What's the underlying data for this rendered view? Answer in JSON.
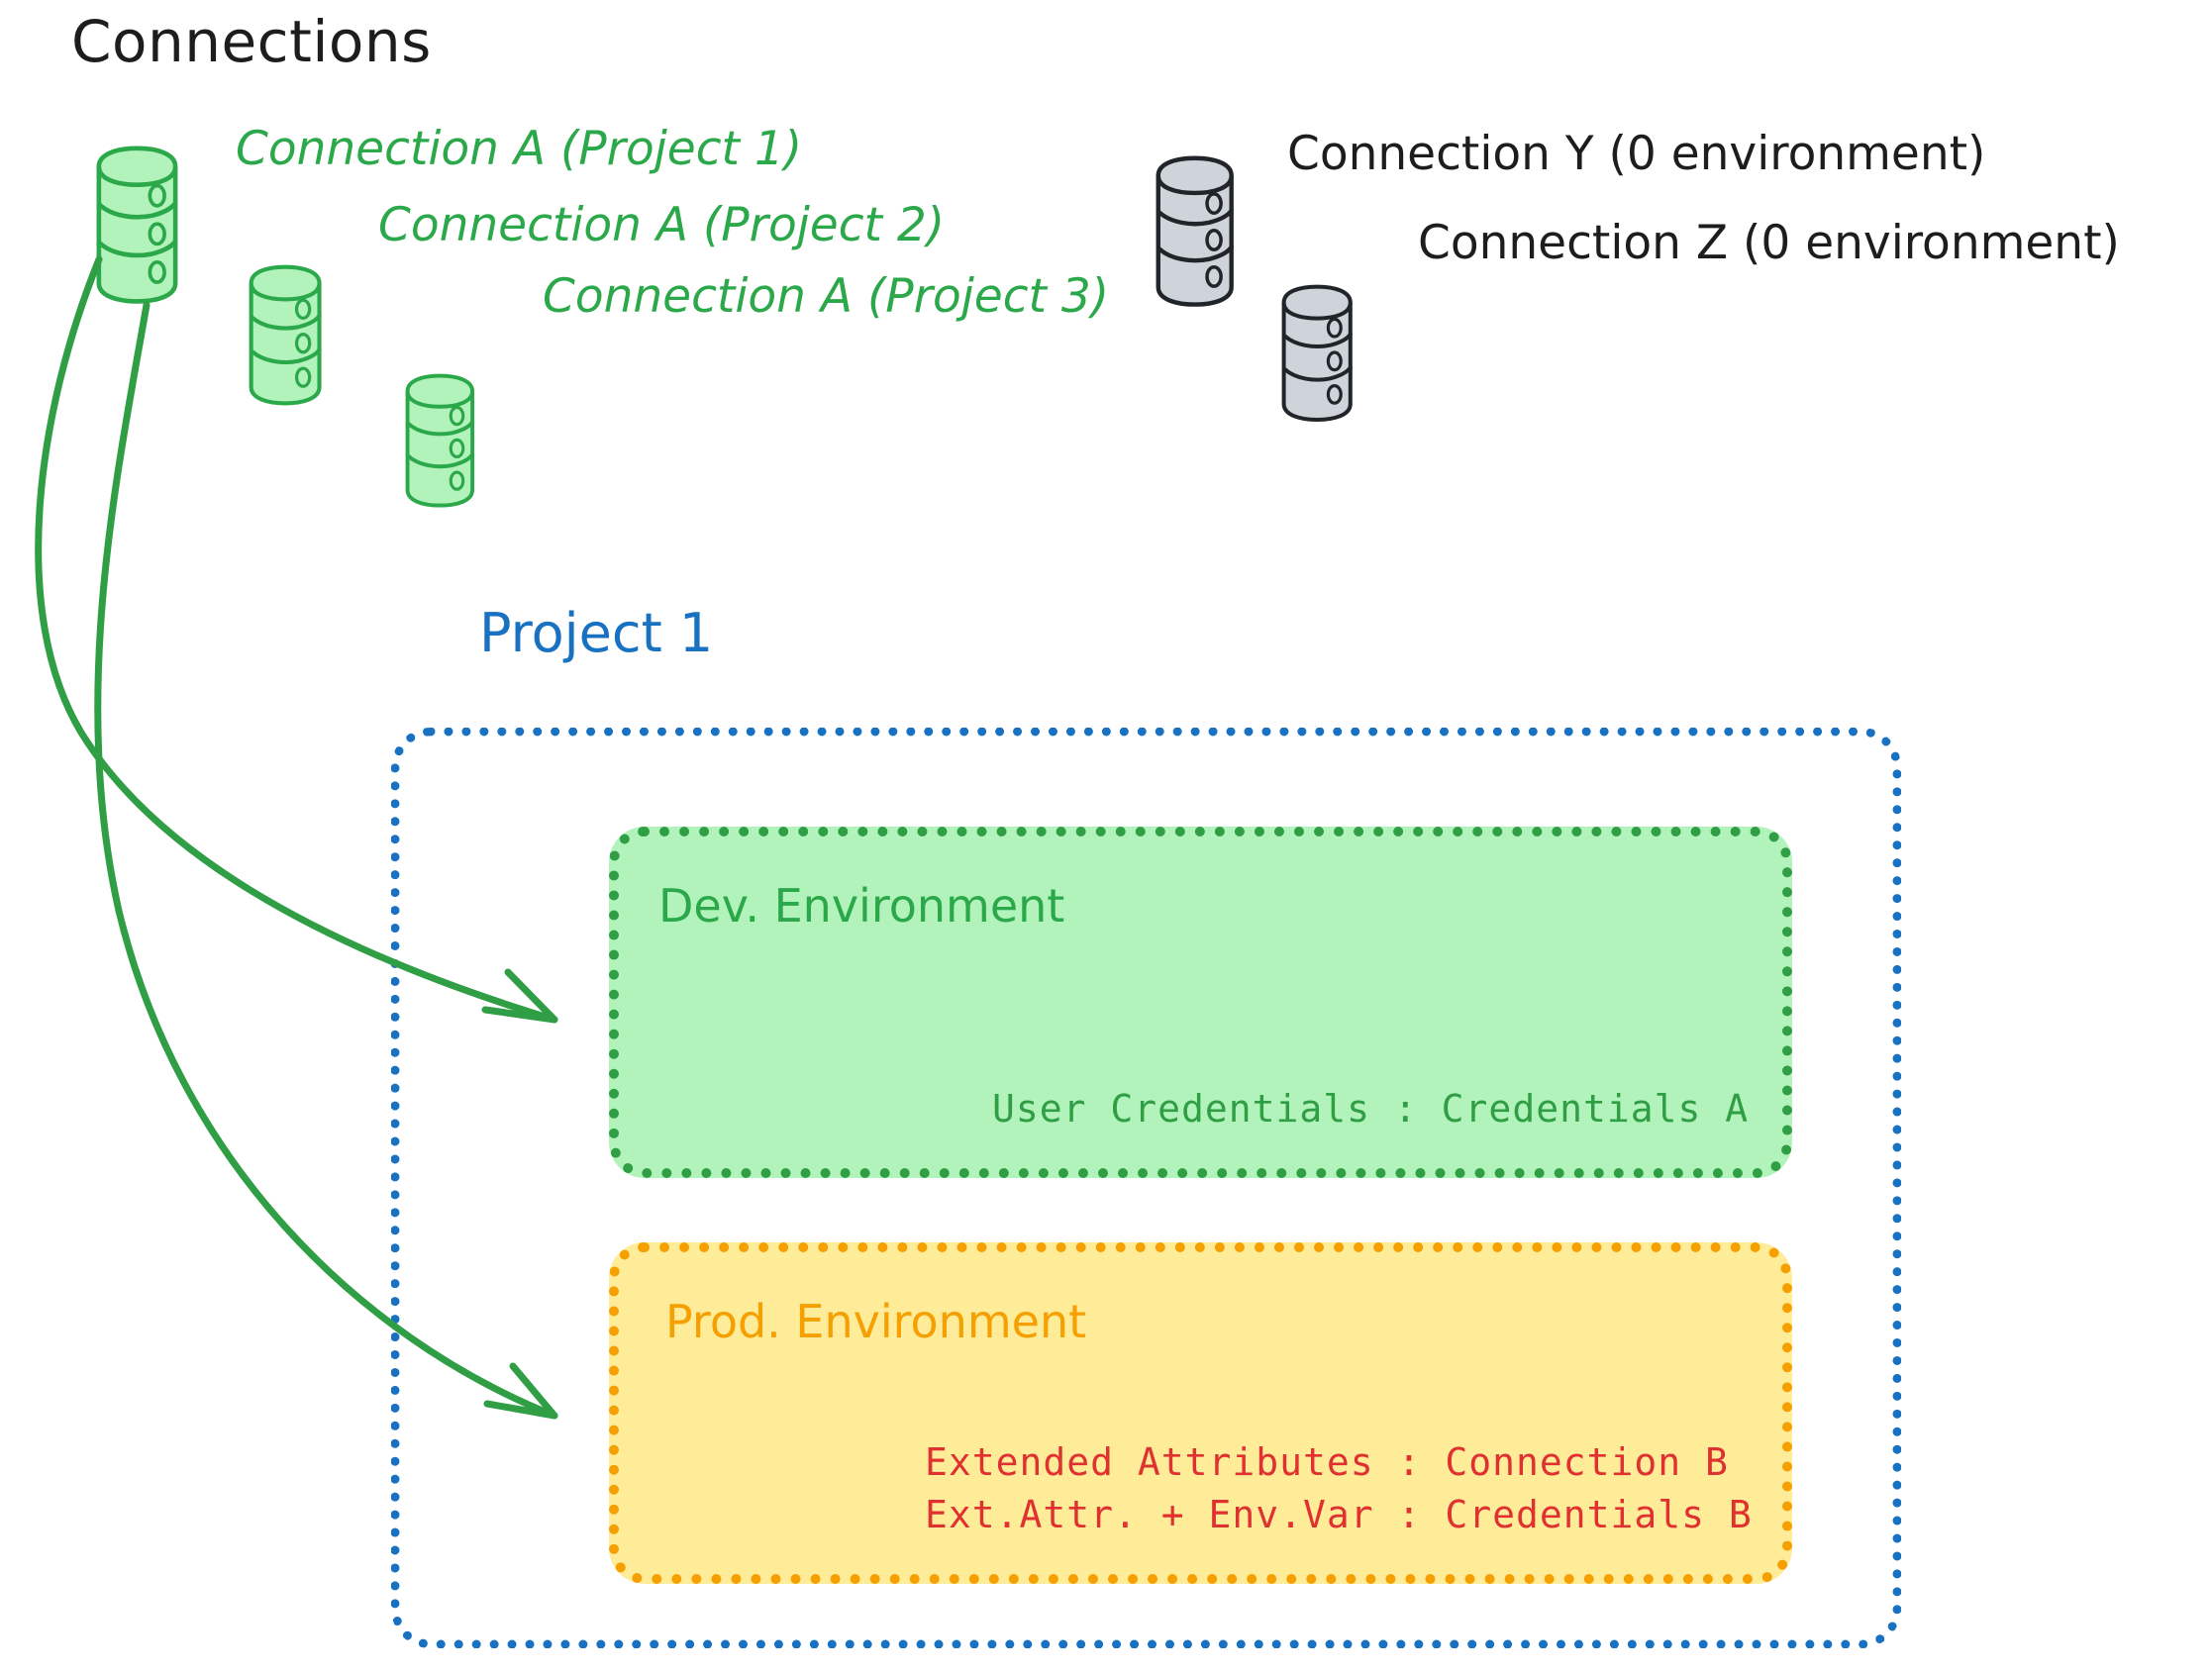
{
  "title": "Connections",
  "connections": {
    "green": [
      {
        "label": "Connection A (Project 1)",
        "icon": "database-icon"
      },
      {
        "label": "Connection A (Project 2)",
        "icon": "database-icon"
      },
      {
        "label": "Connection A (Project 3)",
        "icon": "database-icon"
      }
    ],
    "grey": [
      {
        "label": "Connection Y (0 environment)",
        "icon": "database-icon"
      },
      {
        "label": "Connection Z (0 environment)",
        "icon": "database-icon"
      }
    ]
  },
  "project": {
    "title": "Project 1",
    "environments": [
      {
        "name": "Dev. Environment",
        "lines": [
          "User Credentials : Credentials A"
        ]
      },
      {
        "name": "Prod. Environment",
        "lines": [
          "Extended Attributes : Connection B",
          "Ext.Attr. + Env.Var : Credentials B"
        ]
      }
    ]
  },
  "colors": {
    "green_stroke": "#2BA84A",
    "green_fill": "#b2f2bb",
    "green_dark": "#2f9e44",
    "grey_fill": "#ced4da",
    "grey_stroke": "#212529",
    "blue": "#1971c2",
    "orange": "#f59f00",
    "orange_fill": "#ffec99",
    "red": "#e03131",
    "black": "#1d1d1d"
  }
}
